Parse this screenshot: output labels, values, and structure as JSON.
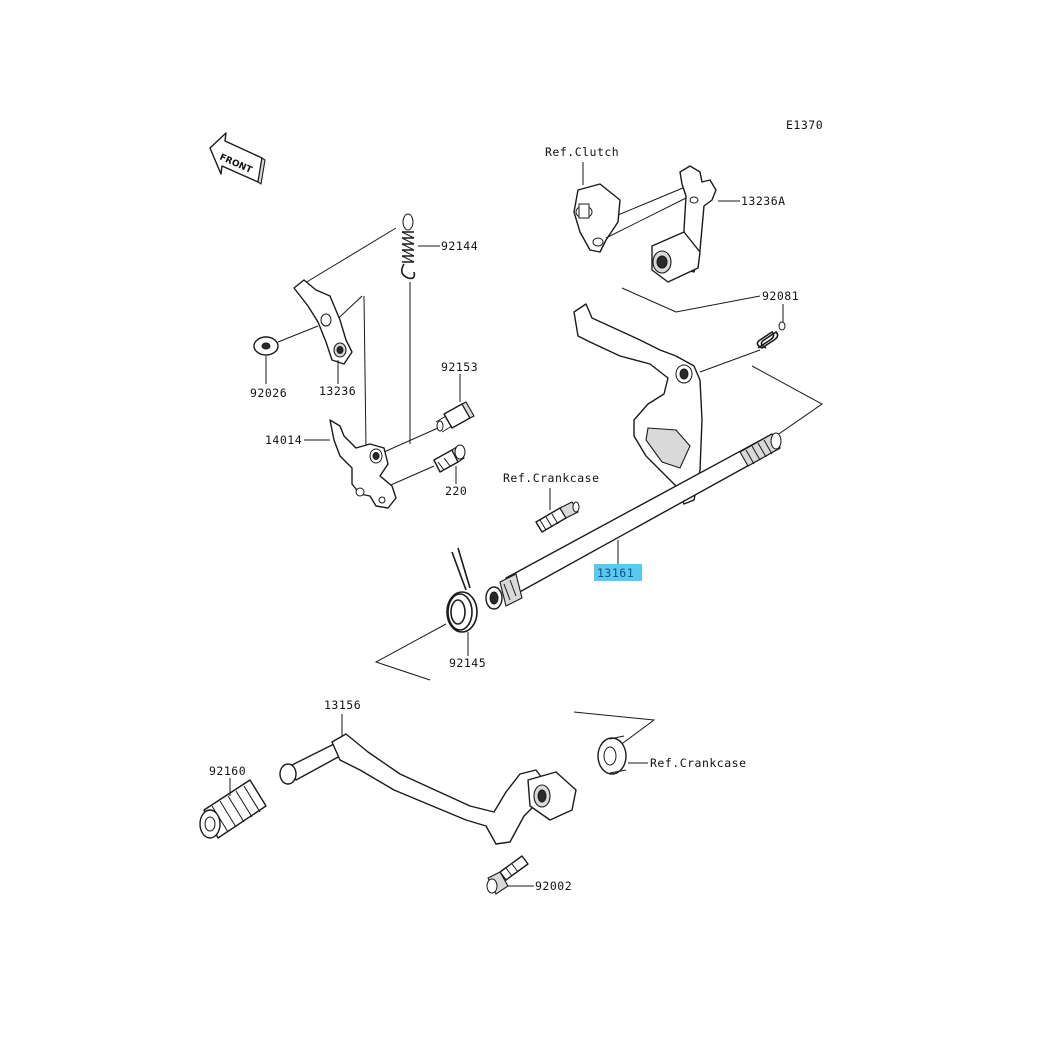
{
  "diagram": {
    "code": "E1370",
    "front_label": "FRONT",
    "highlight_color": "#5bc8f0",
    "labels": {
      "ref_clutch": "Ref.Clutch",
      "p13236A": "13236A",
      "p92144": "92144",
      "p92081": "92081",
      "p92026": "92026",
      "p13236": "13236",
      "p92153": "92153",
      "p14014": "14014",
      "p220": "220",
      "ref_crankcase_1": "Ref.Crankcase",
      "p13161": "13161",
      "p92145": "92145",
      "p13156": "13156",
      "p92160": "92160",
      "ref_crankcase_2": "Ref.Crankcase",
      "p92002": "92002"
    }
  }
}
